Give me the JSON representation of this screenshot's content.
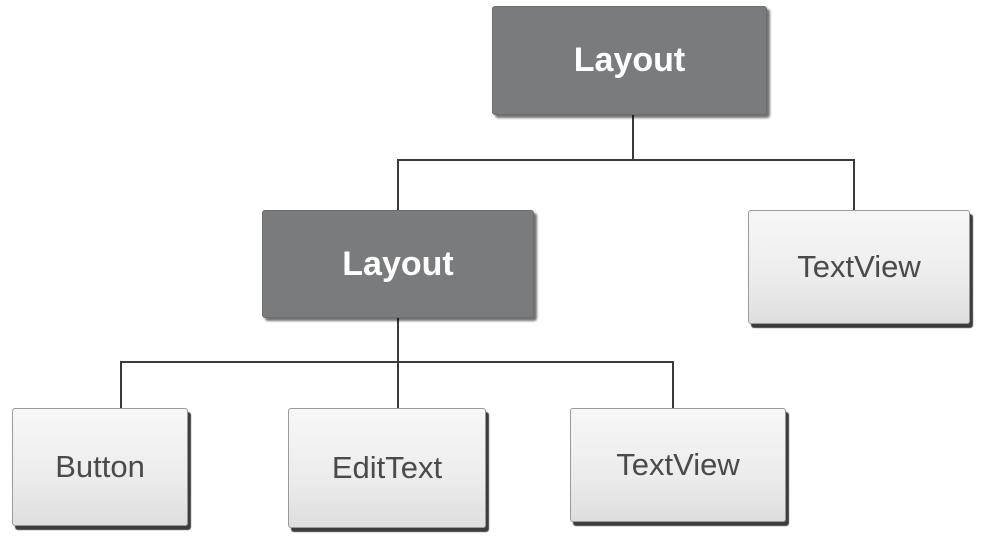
{
  "nodes": {
    "root_layout": "Layout",
    "child_layout": "Layout",
    "textview_top": "TextView",
    "button": "Button",
    "edittext": "EditText",
    "textview_bottom": "TextView"
  },
  "colors": {
    "layout_fill": "#7a7b7d",
    "view_fill": "#ececec",
    "connector": "#3a3a3a"
  }
}
